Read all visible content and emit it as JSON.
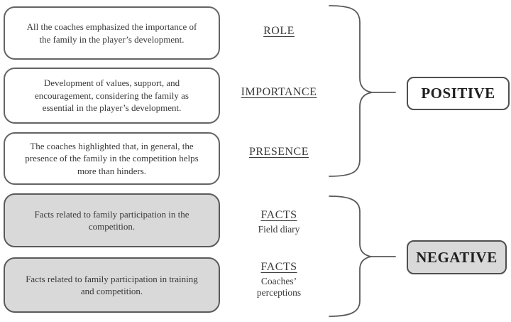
{
  "boxes": [
    {
      "text": "All the coaches emphasized the importance of the family in the player’s development.",
      "variant": "white"
    },
    {
      "text": "Development of values, support, and encouragement, considering the family as essential in the player’s development.",
      "variant": "white"
    },
    {
      "text": "The coaches highlighted that, in general, the presence of the family in the competition helps more than hinders.",
      "variant": "white"
    },
    {
      "text": "Facts related to family participation in the competition.",
      "variant": "gray"
    },
    {
      "text": "Facts related to family participation in training and competition.",
      "variant": "gray"
    }
  ],
  "labels": [
    {
      "title": "ROLE"
    },
    {
      "title": "IMPORTANCE"
    },
    {
      "title": "PRESENCE"
    },
    {
      "title": "FACTS",
      "subtitle": "Field diary"
    },
    {
      "title": "FACTS",
      "subtitle": "Coaches’ perceptions"
    }
  ],
  "groups": [
    {
      "label": "POSITIVE",
      "variant": "white"
    },
    {
      "label": "NEGATIVE",
      "variant": "gray"
    }
  ],
  "colors": {
    "box_border": "#646464",
    "gray_fill": "#d9d9d9",
    "text": "#3a3a3a",
    "brace": "#595959"
  }
}
